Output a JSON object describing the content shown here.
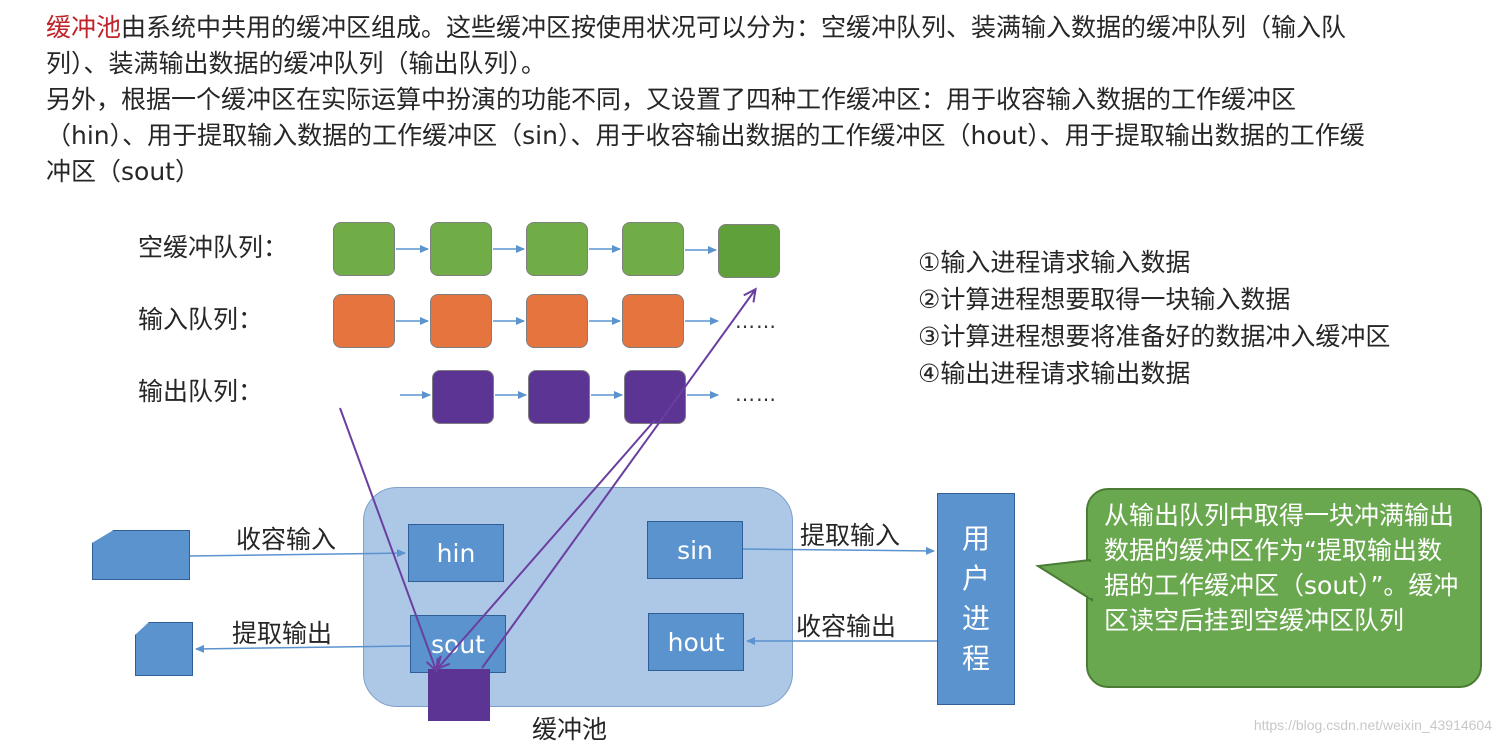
{
  "intro": {
    "keyword": "缓冲池",
    "para1_rest": "由系统中共用的缓冲区组成。这些缓冲区按使用状况可以分为：空缓冲队列、装满输入数据的缓冲队列（输入队列）、装满输出数据的缓冲队列（输出队列）。",
    "para2": "另外，根据一个缓冲区在实际运算中扮演的功能不同，又设置了四种工作缓冲区：用于收容输入数据的工作缓冲区（hin）、用于提取输入数据的工作缓冲区（sin）、用于收容输出数据的工作缓冲区（hout）、用于提取输出数据的工作缓冲区（sout）"
  },
  "queues": {
    "empty_label": "空缓冲队列：",
    "input_label": "输入队列：",
    "output_label": "输出队列：",
    "ellipsis": "……",
    "colors": {
      "empty": "#70ad47",
      "empty_last": "#5fa03a",
      "input": "#e5743e",
      "output": "#5c3494"
    }
  },
  "steps": [
    "①输入进程请求输入数据",
    "②计算进程想要取得一块输入数据",
    "③计算进程想要将准备好的数据冲入缓冲区",
    "④输出进程请求输出数据"
  ],
  "pool": {
    "label": "缓冲池",
    "buffers": {
      "hin": "hin",
      "sin": "sin",
      "sout": "sout",
      "hout": "hout"
    }
  },
  "flows": {
    "collect_input": "收容输入",
    "extract_output": "提取输出",
    "extract_input": "提取输入",
    "collect_output": "收容输出"
  },
  "user_process": "用户进程",
  "callout": "从输出队列中取得一块冲满输出数据的缓冲区作为“提取输出数据的工作缓冲区（sout）”。缓冲区读空后挂到空缓冲区队列",
  "watermark": "https://blog.csdn.net/weixin_43914604"
}
